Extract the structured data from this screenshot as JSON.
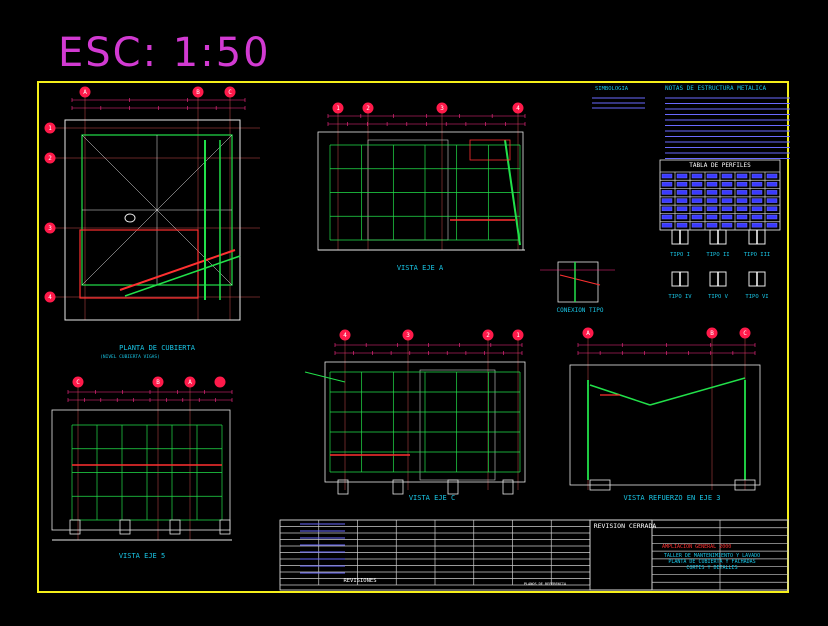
{
  "scale_label": "ESC: 1:50",
  "colors": {
    "background": "#000000",
    "frame": "#f5ef1a",
    "structure": "#22e04a",
    "dimension": "#ff2c8a",
    "annotation": "#7d7dff",
    "title_text": "#19c6e6",
    "scale_text": "#d23ad2",
    "white": "#e8e8e8"
  },
  "views": {
    "planta": {
      "title": "PLANTA DE CUBIERTA",
      "subtitle": "(NIVEL CUBIERTA VIGAS)",
      "axes_top": [
        "A",
        "B",
        "C"
      ],
      "axes_left": [
        "1",
        "2",
        "3",
        "4"
      ]
    },
    "eje_a": {
      "title": "VISTA EJE A",
      "axes": [
        "1",
        "2",
        "3",
        "4"
      ]
    },
    "conexion": {
      "title": "CONEXION TIPO"
    },
    "eje_5": {
      "title": "VISTA EJE 5",
      "axes": [
        "C",
        "B",
        "A"
      ]
    },
    "eje_c": {
      "title": "VISTA EJE C",
      "axes": [
        "4",
        "3",
        "2",
        "1"
      ]
    },
    "refuerzo": {
      "title": "VISTA REFUERZO EN EJE 3",
      "axes": [
        "A",
        "B",
        "C"
      ]
    }
  },
  "notes": {
    "simbologia_title": "SIMBOLOGIA",
    "estructura_title": "NOTAS DE ESTRUCTURA METALICA"
  },
  "perfiles": {
    "title": "TABLA DE PERFILES",
    "types": [
      "TIPO I",
      "TIPO II",
      "TIPO III",
      "TIPO IV",
      "TIPO V",
      "TIPO VI"
    ]
  },
  "title_block": {
    "revision": "REVISION CERRADA",
    "project_line": "AMPLIACION GENERAL 2000",
    "name_lines": [
      "TALLER DE MANTENIMIENTO Y LAVADO",
      "PLANTA DE CUBIERTA Y FACHADAS",
      "CORTES Y DETALLES"
    ],
    "revisiones": "REVISIONES",
    "referencia": "PLANOS DE REFERENCIA"
  }
}
